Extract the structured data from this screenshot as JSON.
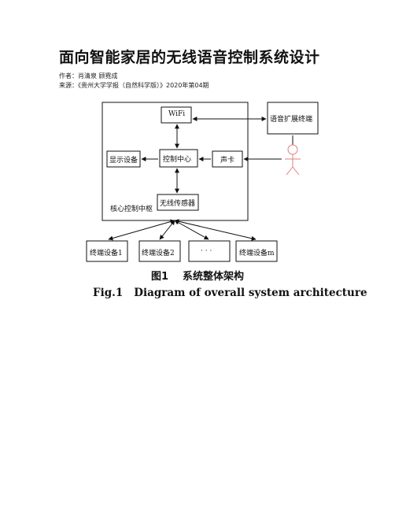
{
  "document": {
    "title": "面向智能家居的无线语音控制系统设计",
    "author_line": "作者：肖清泉 顾霓成",
    "source_line": "来源：《贵州大学学报（自然科学版）》2020年第04期"
  },
  "figure": {
    "nodes": {
      "wifi": "WiFi",
      "control_center": "控制中心",
      "display": "显示设备",
      "sound_card": "声卡",
      "sensor": "无线传感器",
      "core_hub": "核心控制中枢",
      "voice_terminal": "语音扩展终端",
      "terminal_1": "终端设备1",
      "terminal_2": "终端设备2",
      "terminal_dots": "· · ·",
      "terminal_m": "终端设备m"
    },
    "caption_cn_num": "图1",
    "caption_cn_text": "系统整体架构",
    "caption_en_num": "Fig.1",
    "caption_en_text": "Diagram of overall system architecture"
  }
}
